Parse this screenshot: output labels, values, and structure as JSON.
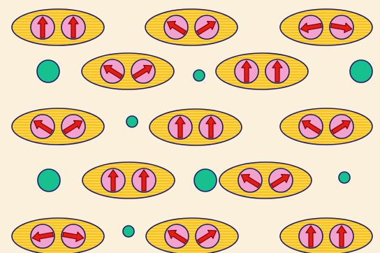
{
  "colors": {
    "background": "#faf0dc",
    "pair_fill": "#f7c21e",
    "pair_stripe": "#fbd95c",
    "pair_stroke": "#1d1a66",
    "spin_fill": "#f1a2cf",
    "spin_stroke": "#1d1a66",
    "arrow_fill": "#e61c14",
    "arrow_stroke": "#7a0000",
    "atom_fill": "#17c18f",
    "atom_stroke": "#1d1a66"
  },
  "legend": {},
  "pairs": [
    {
      "id": "r1-a",
      "spins": [
        "up",
        "up"
      ]
    },
    {
      "id": "r1-b",
      "spins": [
        "up-left",
        "up-right"
      ]
    },
    {
      "id": "r1-c",
      "spins": [
        "left",
        "right"
      ]
    },
    {
      "id": "r2-a",
      "spins": [
        "up-left",
        "up-right"
      ]
    },
    {
      "id": "r2-b",
      "spins": [
        "up",
        "up"
      ]
    },
    {
      "id": "r3-a",
      "spins": [
        "up-left",
        "up-right"
      ]
    },
    {
      "id": "r3-b",
      "spins": [
        "up",
        "up"
      ]
    },
    {
      "id": "r3-c",
      "spins": [
        "up-left",
        "up-right"
      ]
    },
    {
      "id": "r4-a",
      "spins": [
        "up",
        "up"
      ]
    },
    {
      "id": "r4-b",
      "spins": [
        "up-left",
        "up-right"
      ]
    },
    {
      "id": "r5-a",
      "spins": [
        "left",
        "right"
      ]
    },
    {
      "id": "r5-b",
      "spins": [
        "up-left",
        "up-right"
      ]
    },
    {
      "id": "r5-c",
      "spins": [
        "up",
        "up"
      ]
    }
  ],
  "atoms": [
    {
      "id": "a1",
      "size": "large"
    },
    {
      "id": "a2",
      "size": "small"
    },
    {
      "id": "a3",
      "size": "large"
    },
    {
      "id": "a4",
      "size": "small"
    },
    {
      "id": "a5",
      "size": "large"
    },
    {
      "id": "a6",
      "size": "large"
    },
    {
      "id": "a7",
      "size": "small"
    },
    {
      "id": "a8",
      "size": "small"
    }
  ]
}
